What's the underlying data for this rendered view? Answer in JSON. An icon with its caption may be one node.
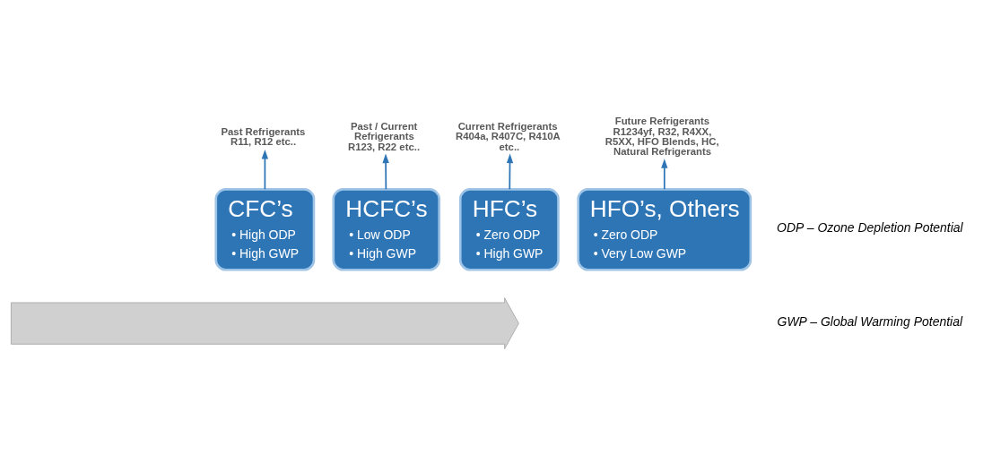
{
  "diagram": {
    "nodes": [
      {
        "text": [],
        "shape": "arrow"
      },
      {
        "text": [
          "Past Refrigerants",
          "R11, R12 etc.."
        ]
      },
      {
        "text": [
          "Past / Current Refrigerants",
          "R123, R22 etc.."
        ]
      },
      {
        "text": [
          "Current Refrigerants",
          "R404a, R407C, R410A etc.."
        ]
      },
      {
        "text": [
          "Future Refrigerants",
          "R1234yf, R32, R4XX, R5XX, HFO Blends, HC, Natural Refrigerants"
        ]
      },
      {
        "text": [
          "CFC’s",
          "• High ODP",
          "• High GWP"
        ]
      },
      {
        "text": [
          "HCFC’s",
          "• Low ODP",
          "• High GWP"
        ]
      },
      {
        "text": [
          "HFC’s",
          "• Zero ODP",
          "• High GWP"
        ]
      },
      {
        "text": [
          "HFO’s, Others",
          "• Zero ODP",
          "• Very Low GWP"
        ]
      }
    ],
    "edges": [
      {
        "from": 5,
        "to": 1,
        "arrow": "to"
      },
      {
        "from": 6,
        "to": 2,
        "arrow": "to"
      },
      {
        "from": 7,
        "to": 3,
        "arrow": "to"
      },
      {
        "from": 8,
        "to": 4,
        "arrow": "to"
      }
    ],
    "labels": [
      "ODP – Ozone Depletion Potential",
      "GWP – Global Warming Potential"
    ]
  }
}
